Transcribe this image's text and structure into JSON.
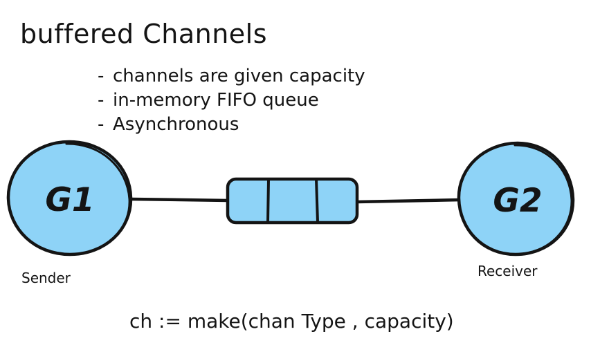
{
  "slide": {
    "background_color": "#ffffff",
    "title": "buffered Channels",
    "bullets": [
      {
        "marker": "-",
        "text": "channels are given capacity"
      },
      {
        "marker": "-",
        "text": "in-memory FIFO queue"
      },
      {
        "marker": "-",
        "text": "Asynchronous"
      }
    ],
    "code": "ch := make(chan Type , capacity)"
  },
  "diagram": {
    "node_fill_color": "#8ed3f7",
    "stroke_color": "#141414",
    "sender": {
      "node_text": "G1",
      "caption": "Sender"
    },
    "receiver": {
      "node_text": "G2",
      "caption": "Receiver"
    },
    "buffer": {
      "cell_count": 3,
      "fill_color": "#8ed3f7"
    },
    "connectors": [
      {
        "from": "G1",
        "to": "buffer"
      },
      {
        "from": "buffer",
        "to": "G2"
      }
    ]
  }
}
